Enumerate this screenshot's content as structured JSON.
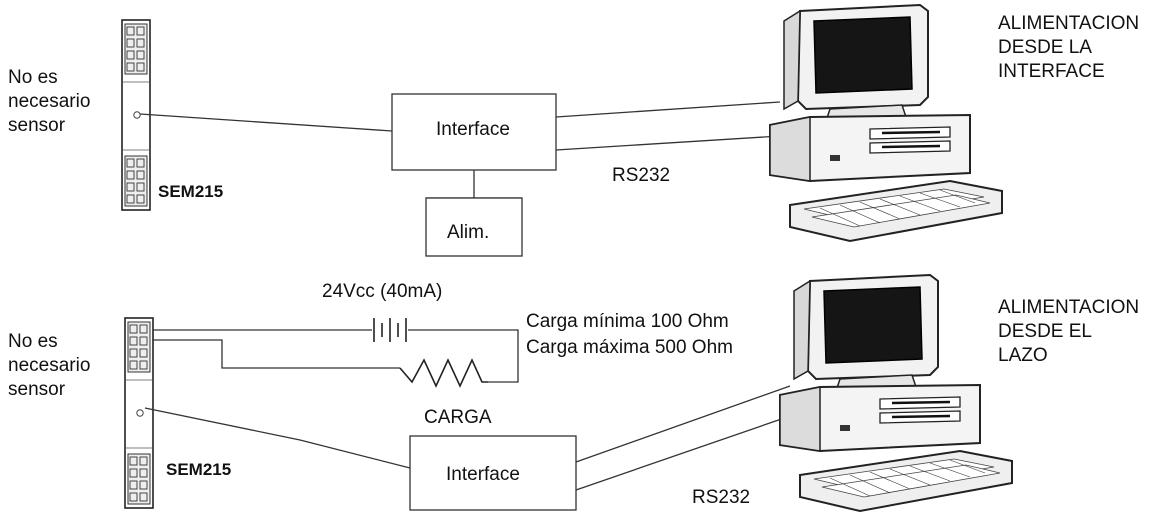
{
  "top": {
    "left_note": "No es\nnecesario\n sensor",
    "device_label": "SEM215",
    "interface_label": "Interface",
    "alim_label": "Alim.",
    "link_label": "RS232",
    "power_title": "ALIMENTACION\nDESDE LA\nINTERFACE"
  },
  "bottom": {
    "left_note": "No es\nnecesario\n sensor",
    "device_label": "SEM215",
    "supply_label": "24Vcc (40mA)",
    "load_min": "Carga mínima 100 Ohm",
    "load_max": "Carga máxima 500 Ohm",
    "load_label": "CARGA",
    "interface_label": "Interface",
    "link_label": "RS232",
    "power_title": "ALIMENTACION\nDESDE EL\nLAZO"
  },
  "icons": [
    "sem215-module-icon",
    "desktop-computer-icon",
    "battery-icon",
    "resistor-icon"
  ]
}
